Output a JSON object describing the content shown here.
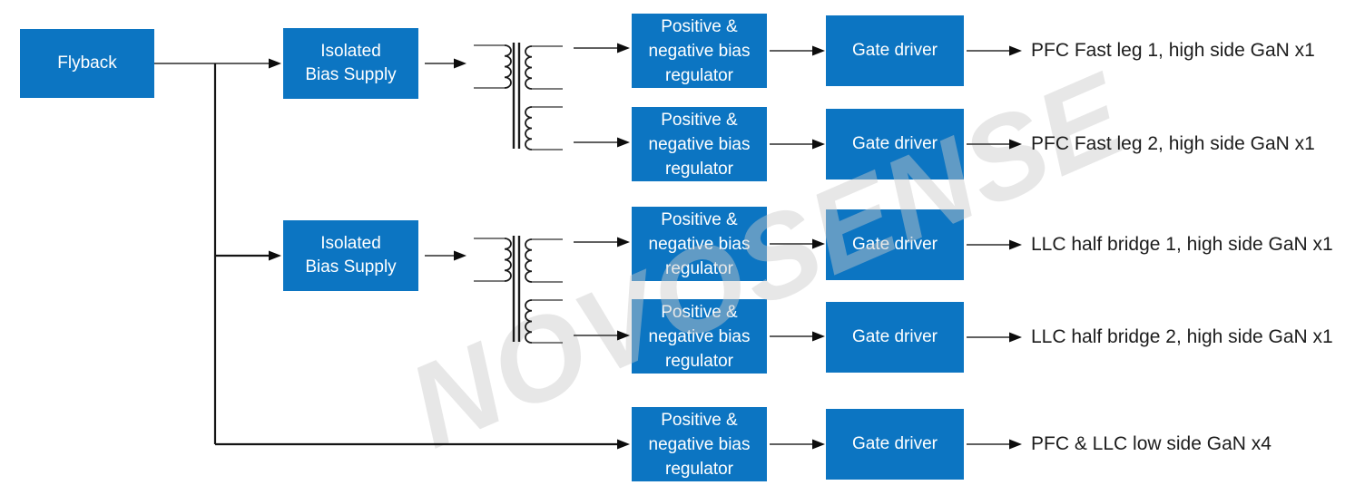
{
  "watermark": "NOVOSENSE",
  "colors": {
    "box_blue": "#0c75c2",
    "box_text": "#ffffff",
    "wire_gray": "#4a4a4a",
    "arrow_black": "#0d0d0d",
    "label_text": "#1c1c1c",
    "watermark_gray": "#e9e9e9"
  },
  "boxes": {
    "flyback": "Flyback",
    "isolated_bias_supply_1": "Isolated\nBias Supply",
    "isolated_bias_supply_2": "Isolated\nBias Supply",
    "regulators": [
      "Positive &\nnegative bias\nregulator",
      "Positive &\nnegative bias\nregulator",
      "Positive &\nnegative bias\nregulator",
      "Positive &\nnegative bias\nregulator",
      "Positive &\nnegative bias\nregulator"
    ],
    "gate_drivers": [
      "Gate driver",
      "Gate driver",
      "Gate driver",
      "Gate driver",
      "Gate driver"
    ]
  },
  "outputs": [
    "PFC Fast leg 1, high side GaN x1",
    "PFC Fast leg 2, high side GaN x1",
    "LLC half bridge 1, high side GaN x1",
    "LLC half bridge 2, high side GaN x1",
    "PFC & LLC low side GaN x4"
  ],
  "icons": {
    "transformer_1": "isolation-transformer-symbol",
    "transformer_2": "isolation-transformer-symbol"
  }
}
